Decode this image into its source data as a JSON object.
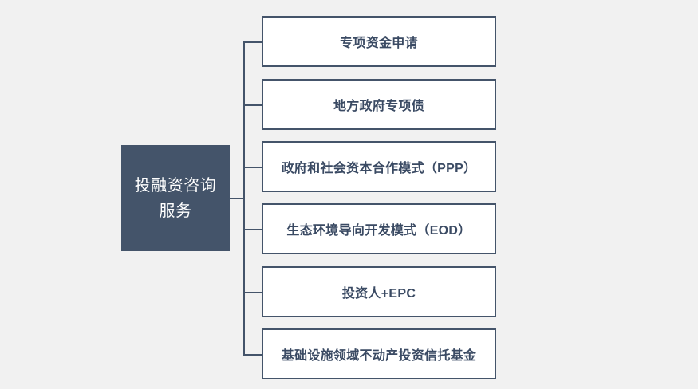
{
  "diagram": {
    "type": "tree",
    "orientation": "horizontal-right",
    "root": {
      "label": "投融资咨询服务",
      "fill_color": "#44546a",
      "text_color": "#ffffff"
    },
    "branches": [
      {
        "label": "专项资金申请"
      },
      {
        "label": "地方政府专项债"
      },
      {
        "label": "政府和社会资本合作模式（PPP）"
      },
      {
        "label": "生态环境导向开发模式（EOD）"
      },
      {
        "label": "投资人+EPC"
      },
      {
        "label": "基础设施领域不动产投资信托基金"
      }
    ],
    "colors": {
      "background": "#f1f1f1",
      "accent": "#44546a",
      "box_fill": "#ffffff",
      "box_border": "#44546a",
      "box_text": "#3a4a63",
      "connector": "#44546a"
    }
  }
}
